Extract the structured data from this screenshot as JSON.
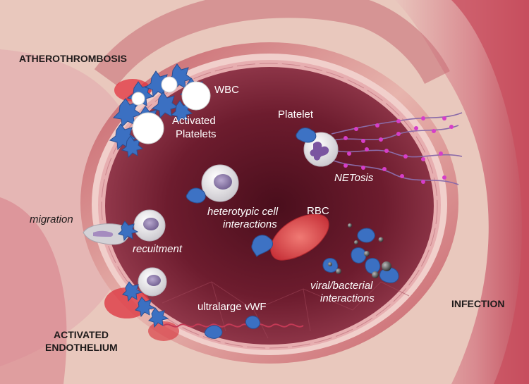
{
  "labels": {
    "atherothrombosis": "ATHEROTHROMBOSIS",
    "infection": "INFECTION",
    "activated_endothelium_1": "ACTIVATED",
    "activated_endothelium_2": "ENDOTHELIUM",
    "wbc": "WBC",
    "activated_platelets_1": "Activated",
    "activated_platelets_2": "Platelets",
    "platelet": "Platelet",
    "netosis": "NETosis",
    "heterotypic_1": "heterotypic cell",
    "heterotypic_2": "interactions",
    "rbc": "RBC",
    "migration": "migration",
    "recruitment": "recuitment",
    "viral_1": "viral/bacterial",
    "viral_2": "interactions",
    "vwf": "ultralarge vWF"
  },
  "colors": {
    "background": "#e8c6bb",
    "vessel_wall": "#d9a69c",
    "lumen_center": "#5e1525",
    "lumen_edge": "#9c3f52",
    "endothelium": "#f0c9c9",
    "platelet_blue": "#3b6fc0",
    "rbc_red": "#d94a4a",
    "wbc_white": "#f1f1f1",
    "nucleus_purple": "#8d7aa8"
  }
}
